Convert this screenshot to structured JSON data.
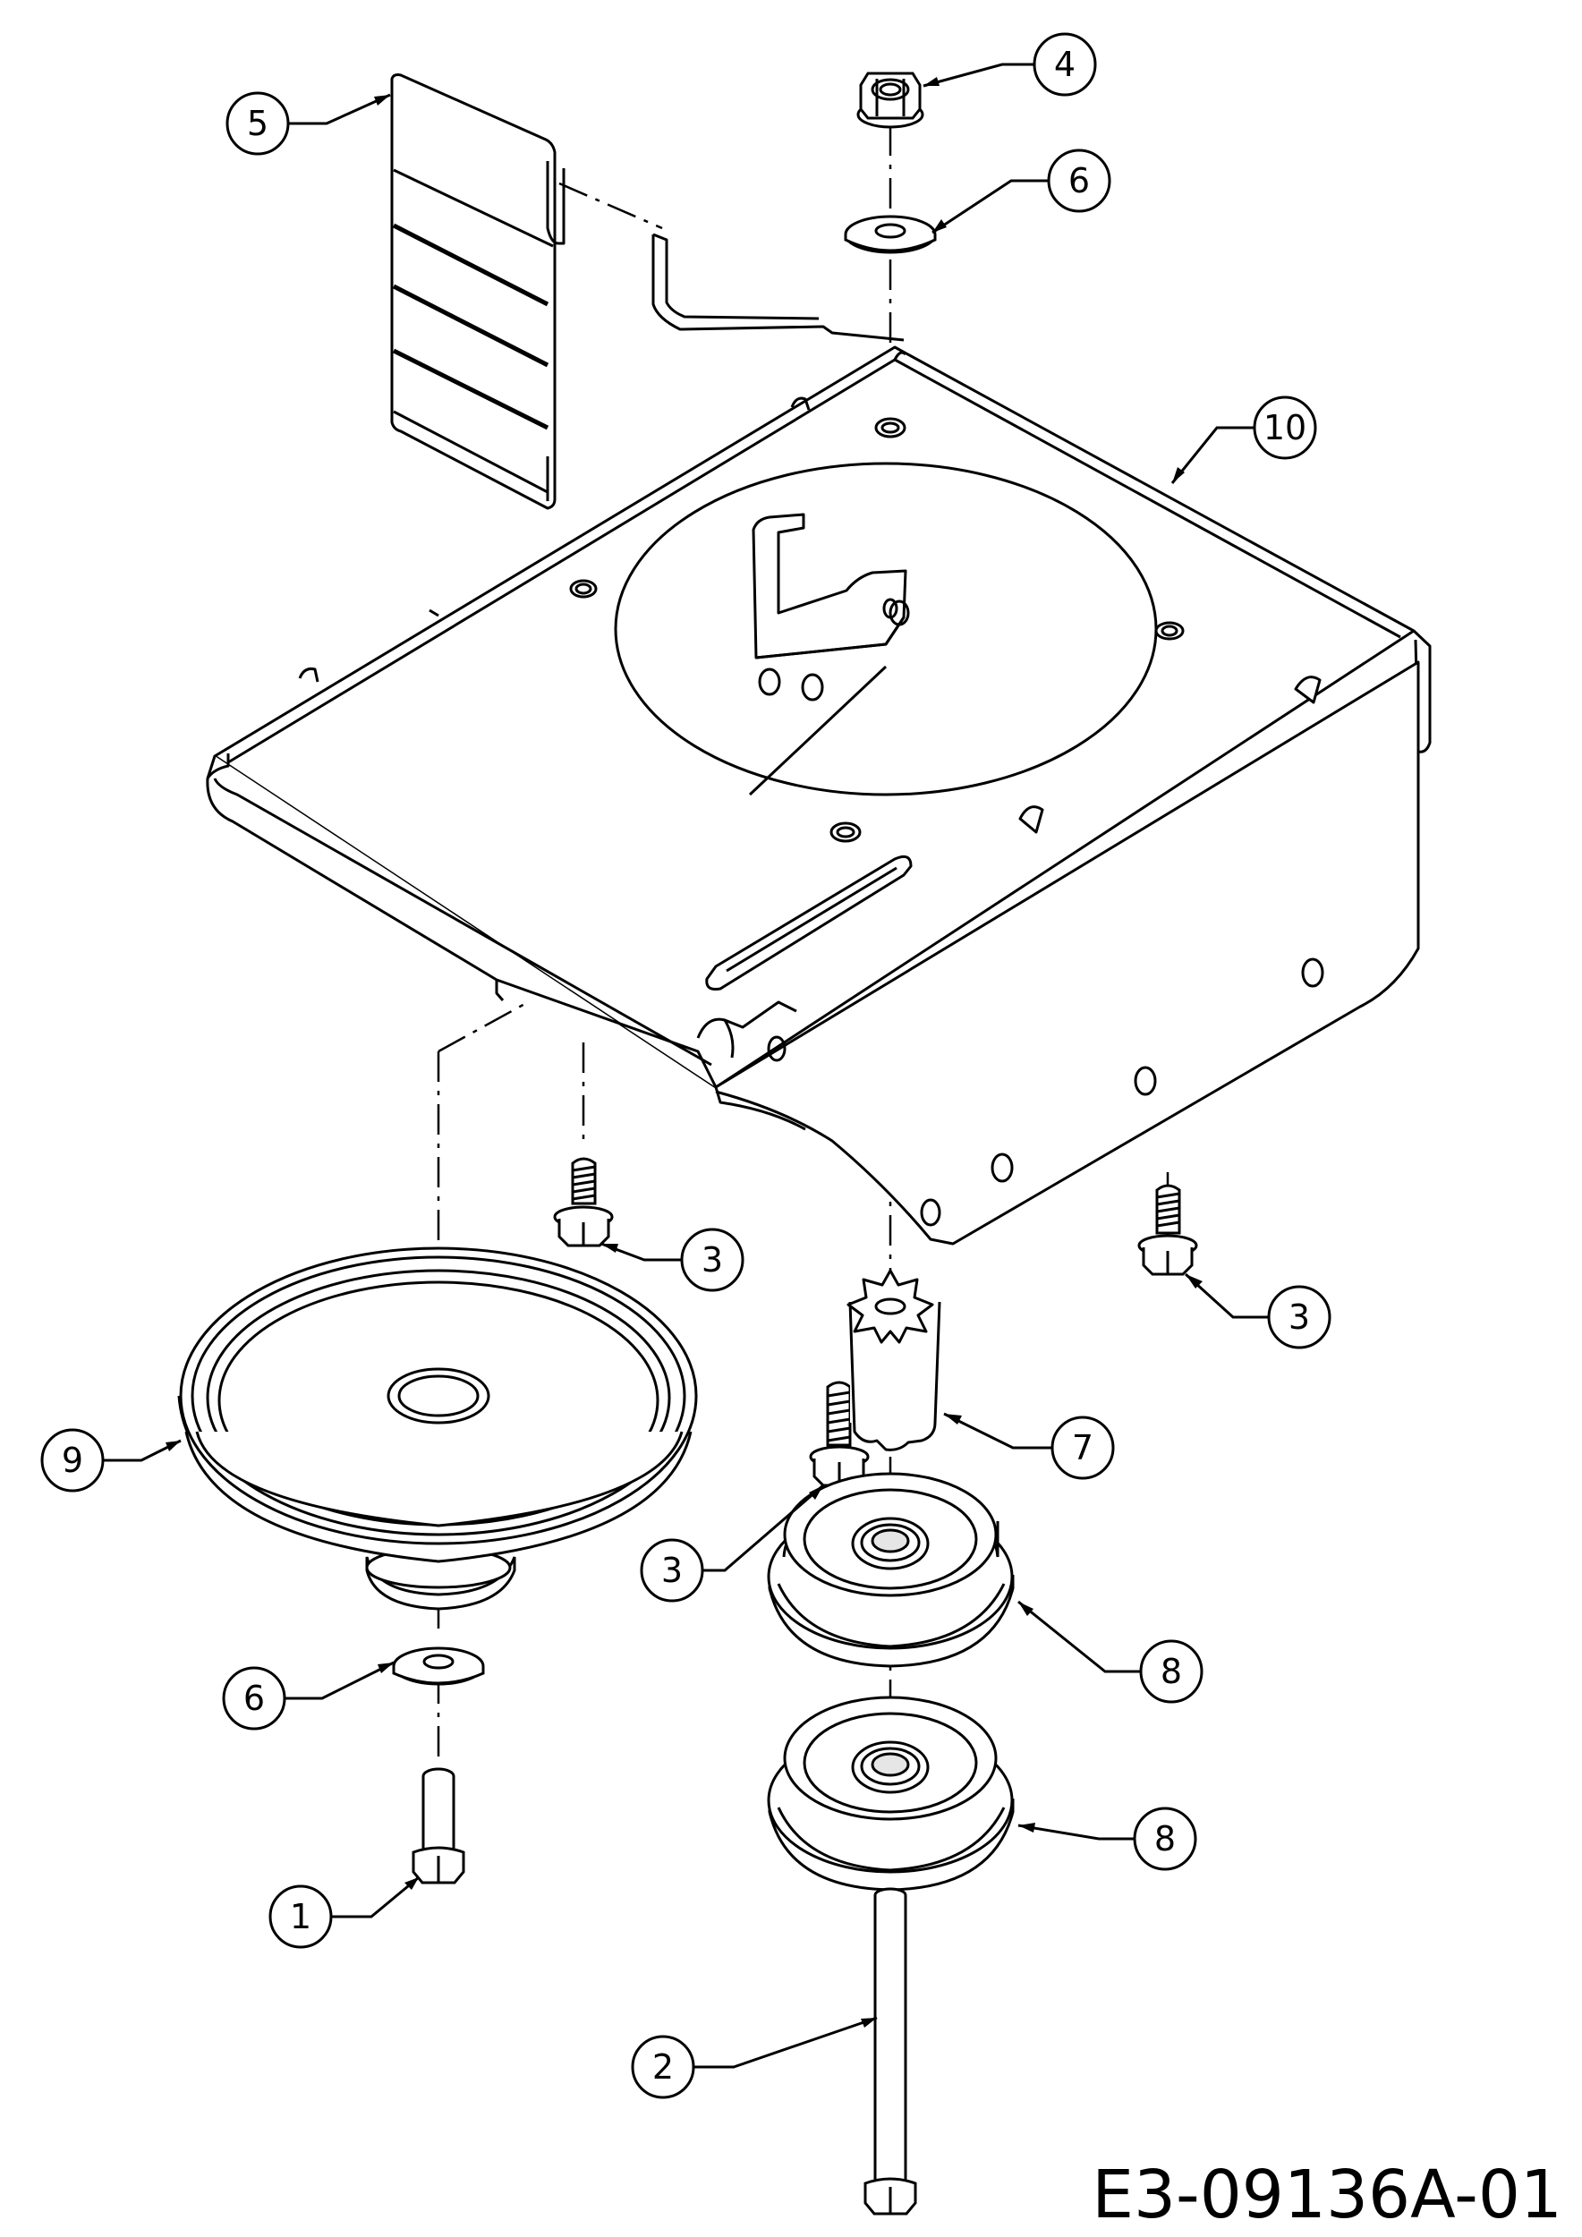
{
  "drawing_code": "E3-09136A-01",
  "callouts": [
    {
      "id": "callout-1",
      "label": "1"
    },
    {
      "id": "callout-2",
      "label": "2"
    },
    {
      "id": "callout-3a",
      "label": "3"
    },
    {
      "id": "callout-3b",
      "label": "3"
    },
    {
      "id": "callout-3c",
      "label": "3"
    },
    {
      "id": "callout-4",
      "label": "4"
    },
    {
      "id": "callout-5",
      "label": "5"
    },
    {
      "id": "callout-6a",
      "label": "6"
    },
    {
      "id": "callout-6b",
      "label": "6"
    },
    {
      "id": "callout-7",
      "label": "7"
    },
    {
      "id": "callout-8a",
      "label": "8"
    },
    {
      "id": "callout-8b",
      "label": "8"
    },
    {
      "id": "callout-9",
      "label": "9"
    },
    {
      "id": "callout-10",
      "label": "10"
    }
  ],
  "colors": {
    "line": "#000000",
    "background": "#ffffff",
    "shade": "#e6e6e6"
  }
}
